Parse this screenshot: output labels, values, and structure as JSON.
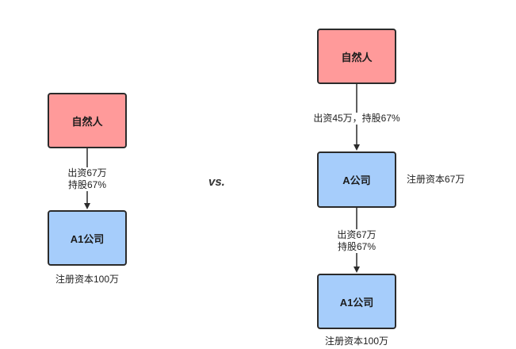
{
  "left": {
    "top_node": "自然人",
    "edge_label_line1": "出资67万",
    "edge_label_line2": "持股67%",
    "bottom_node": "A1公司",
    "bottom_caption": "注册资本100万"
  },
  "separator": "vs.",
  "right": {
    "top_node": "自然人",
    "edge1_label": "出资45万，持股67%",
    "middle_node": "A公司",
    "middle_caption": "注册资本67万",
    "edge2_label_line1": "出资67万",
    "edge2_label_line2": "持股67%",
    "bottom_node": "A1公司",
    "bottom_caption": "注册资本100万"
  },
  "colors": {
    "person_fill": "#ff9a9a",
    "company_fill": "#a6cdfb",
    "border": "#2b2b2b"
  }
}
